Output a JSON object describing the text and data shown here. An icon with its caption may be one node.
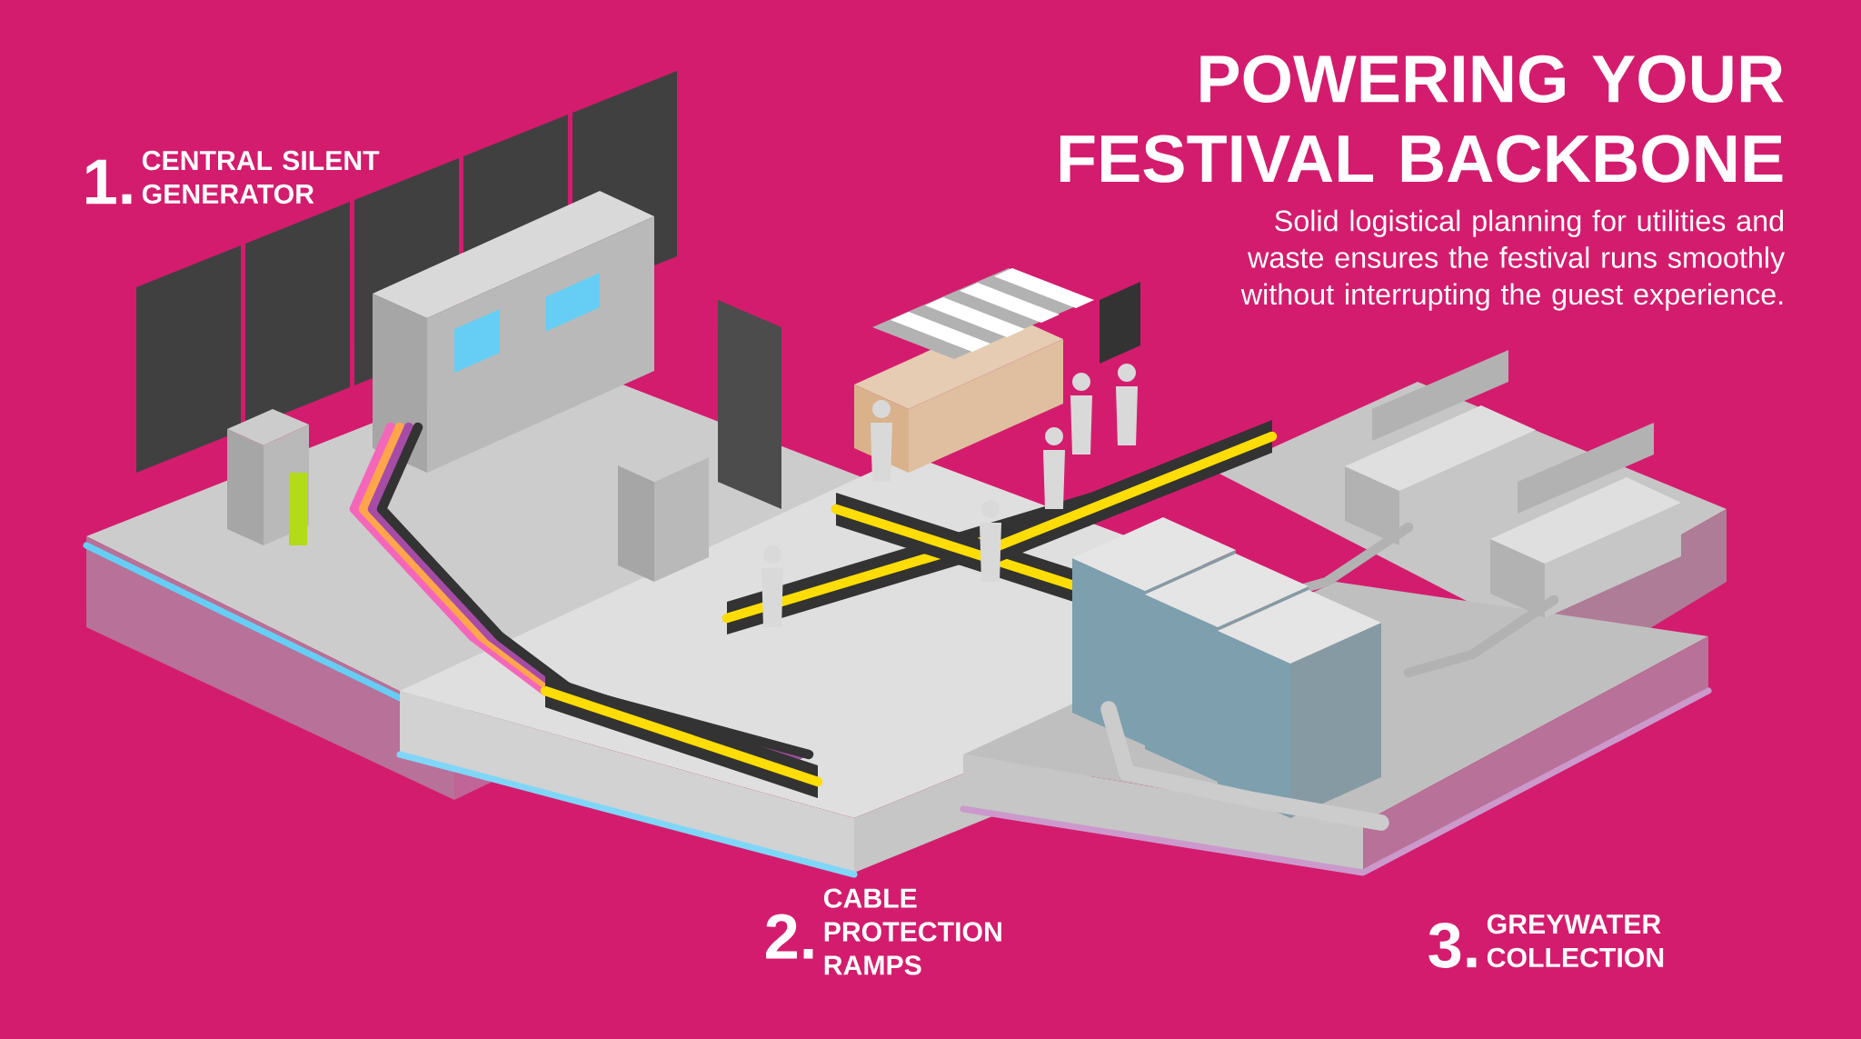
{
  "diagram": {
    "title": "POWERING YOUR FESTIVAL BACKBONE",
    "labels": [
      "Solid logistical planning for utilities and waste ensures the festival runs smoothly without interrupting the guest experience.",
      "1.",
      "CENTRAL SILENT GENERATOR",
      "2.",
      "CABLE PROTECTION RAMPS",
      "3.",
      "GREYWATER COLLECTION"
    ]
  }
}
